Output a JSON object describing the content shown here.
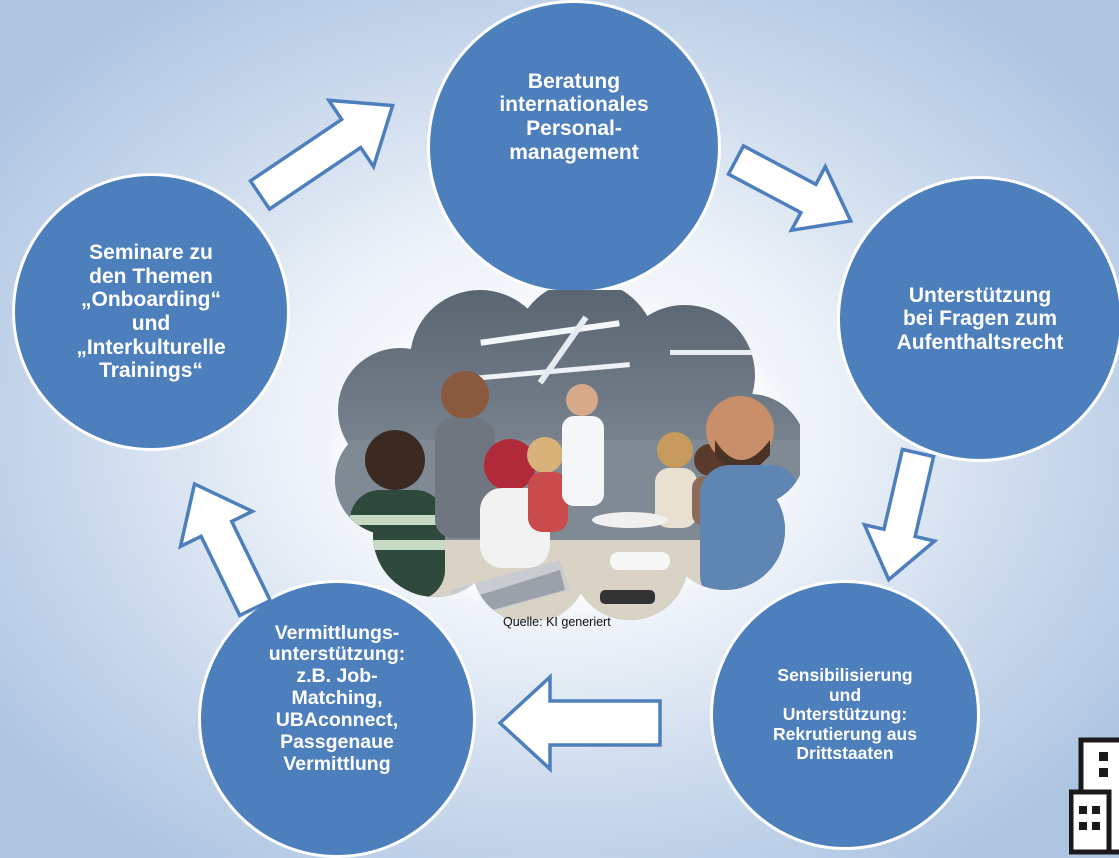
{
  "nodes": {
    "top": "Beratung\ninternationales\nPersonal-\nmanagement",
    "right": "Unterstützung\nbei Fragen zum\nAufenthaltsrecht",
    "bottom_right": "Sensibilisierung\nund\nUnterstützung:\nRekrutierung aus\nDrittstaaten",
    "bottom_left": "Vermittlungs-\nunterstützung:\nz.B. Job-\nMatching,\nUBAconnect,\nPassgenaue\nVermittlung",
    "left": "Seminare zu\nden Themen\n„Onboarding“\nund\n„Interkulturelle\nTrainings“"
  },
  "photo": {
    "caption": "Quelle: KI generiert"
  },
  "colors": {
    "node_fill": "#4e7fbd",
    "node_text": "#ffffff",
    "arrow_stroke": "#4e7fbd",
    "arrow_fill": "#ffffff",
    "building_icon": "#1a1a1a"
  },
  "icons": [
    "building-icon"
  ]
}
